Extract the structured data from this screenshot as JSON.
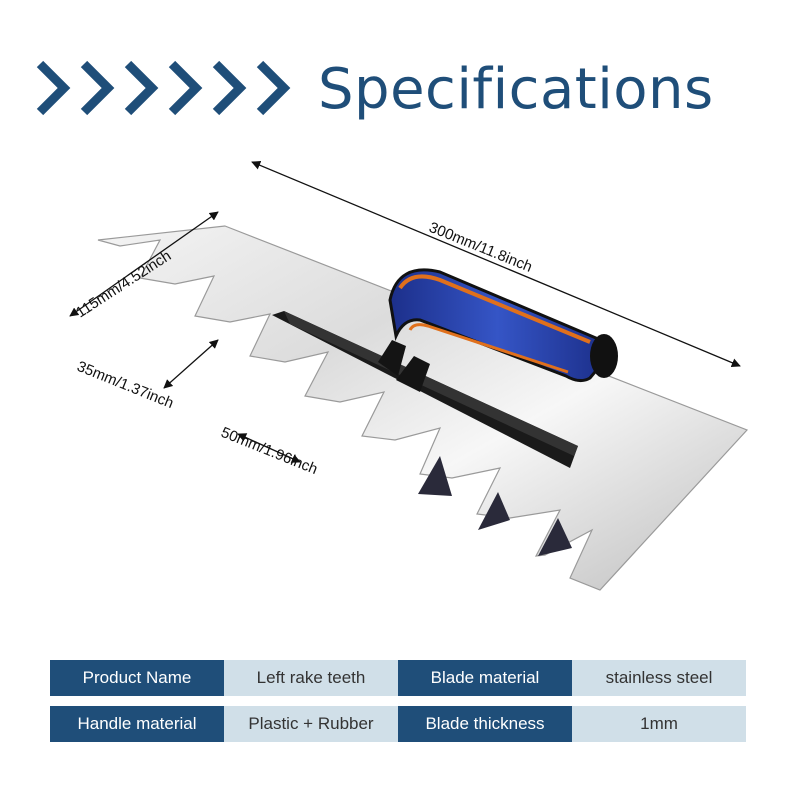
{
  "header": {
    "title": "Specifications",
    "chevron_icon": "chevron-right-icon",
    "accent_color": "#1f4e79"
  },
  "dimensions": {
    "length": "300mm/11.8inch",
    "width": "115mm/4.52inch",
    "tooth_depth": "35mm/1.37inch",
    "tooth_pitch": "50mm/1.96inch"
  },
  "specs": {
    "rows": [
      [
        {
          "label": "Product Name",
          "value": "Left rake teeth"
        },
        {
          "label": "Blade material",
          "value": "stainless steel"
        }
      ],
      [
        {
          "label": "Handle material",
          "value": "Plastic + Rubber"
        },
        {
          "label": "Blade thickness",
          "value": "1mm"
        }
      ]
    ]
  }
}
